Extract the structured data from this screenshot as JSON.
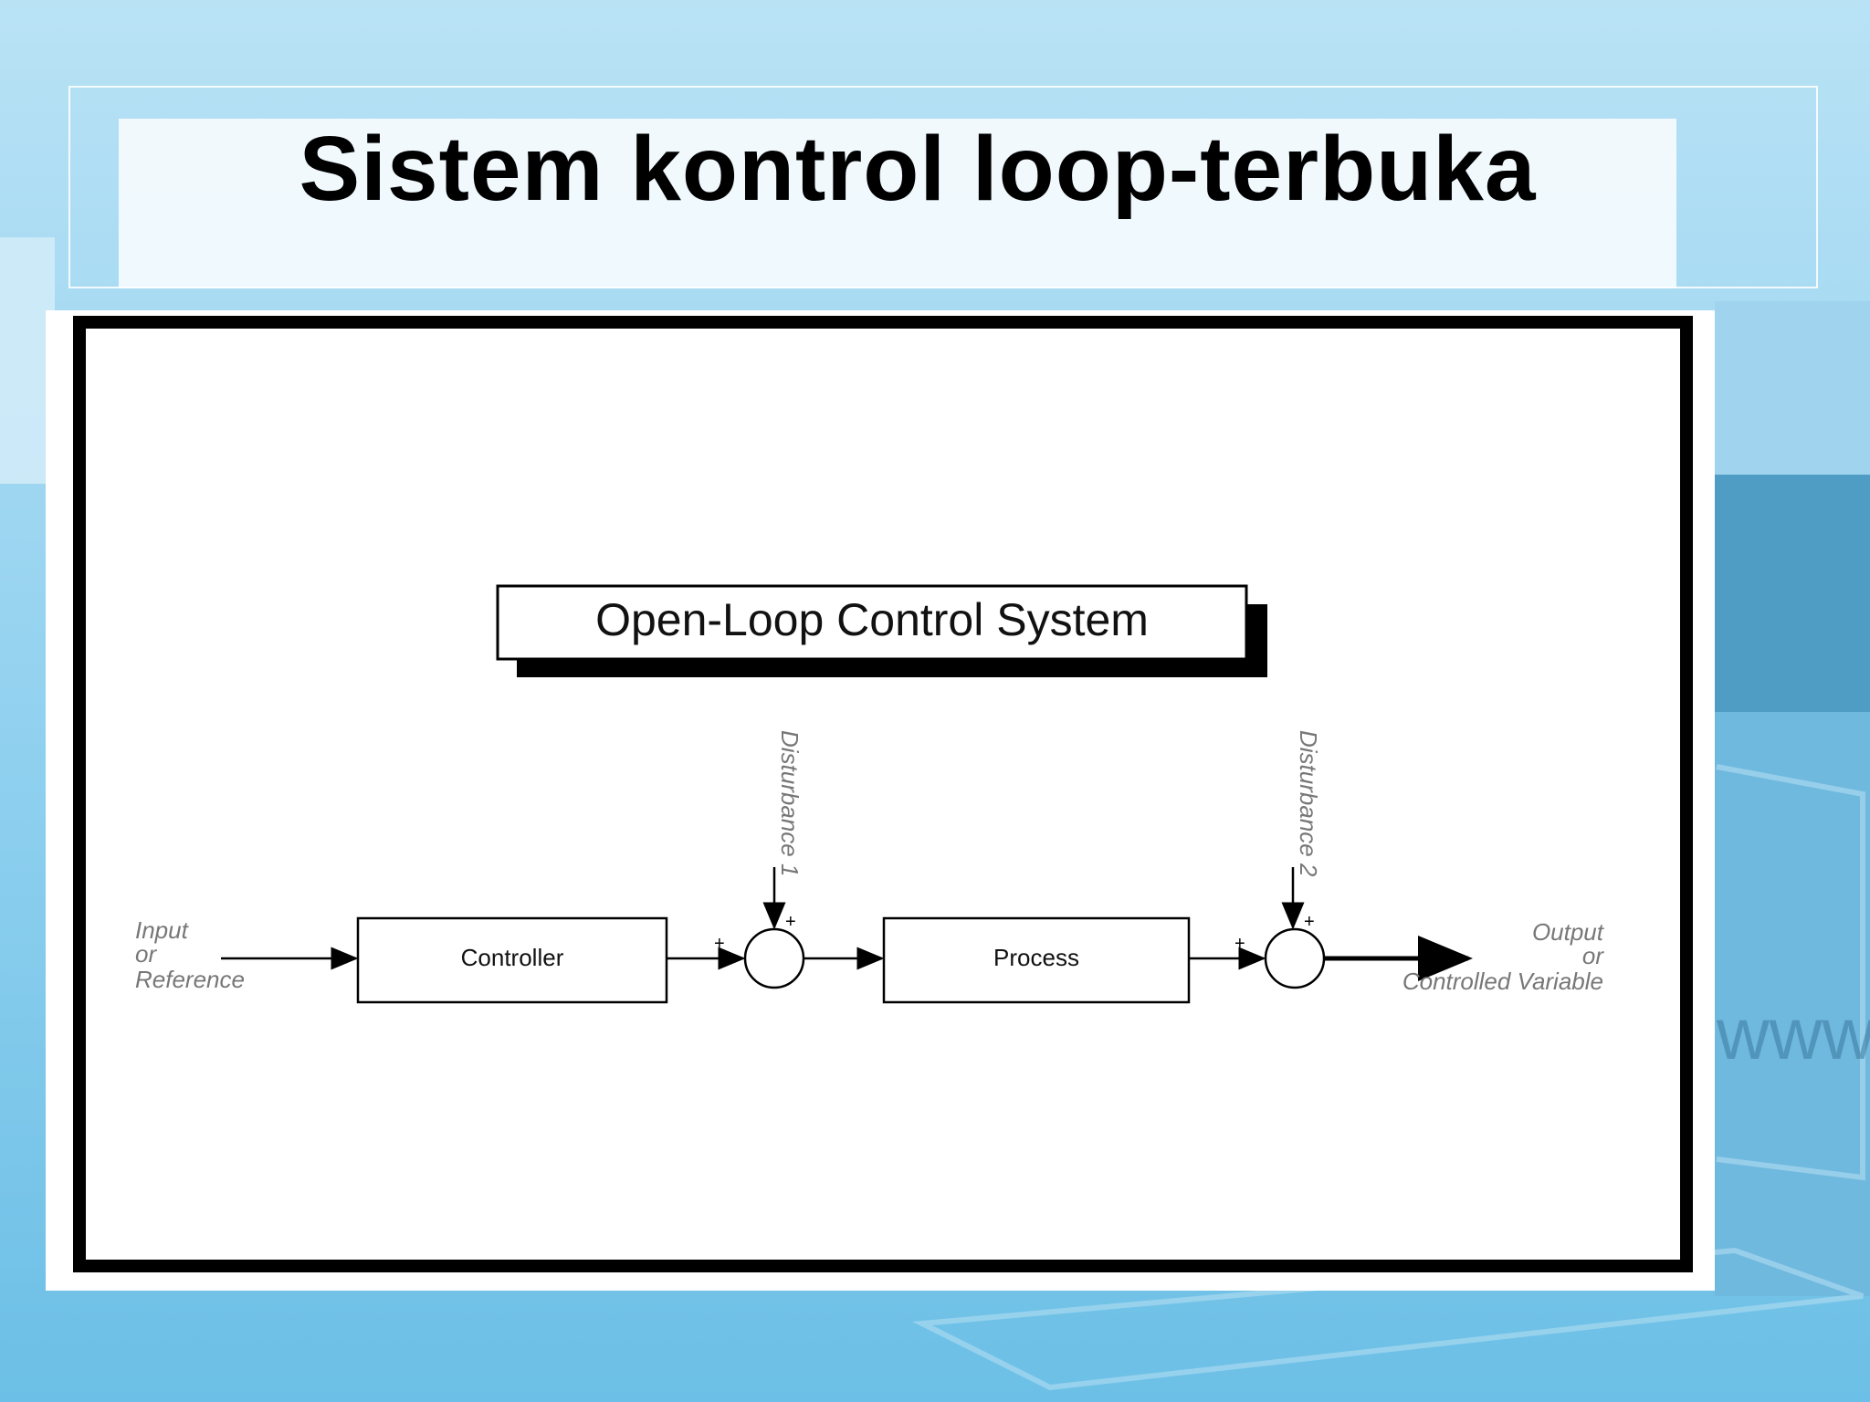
{
  "slide": {
    "title": "Sistem kontrol loop-terbuka"
  },
  "diagram": {
    "heading": "Open-Loop Control System",
    "input_label": [
      "Input",
      "or",
      "Reference"
    ],
    "controller_label": "Controller",
    "process_label": "Process",
    "output_label": [
      "Output",
      "or",
      "Controlled Variable"
    ],
    "disturbance_1": "Disturbance 1",
    "disturbance_2": "Disturbance 2",
    "plus_sign": "+"
  },
  "background_watermark": "www",
  "colors": {
    "accent_blue": "#5bb5e0",
    "frame_black": "#000000"
  }
}
